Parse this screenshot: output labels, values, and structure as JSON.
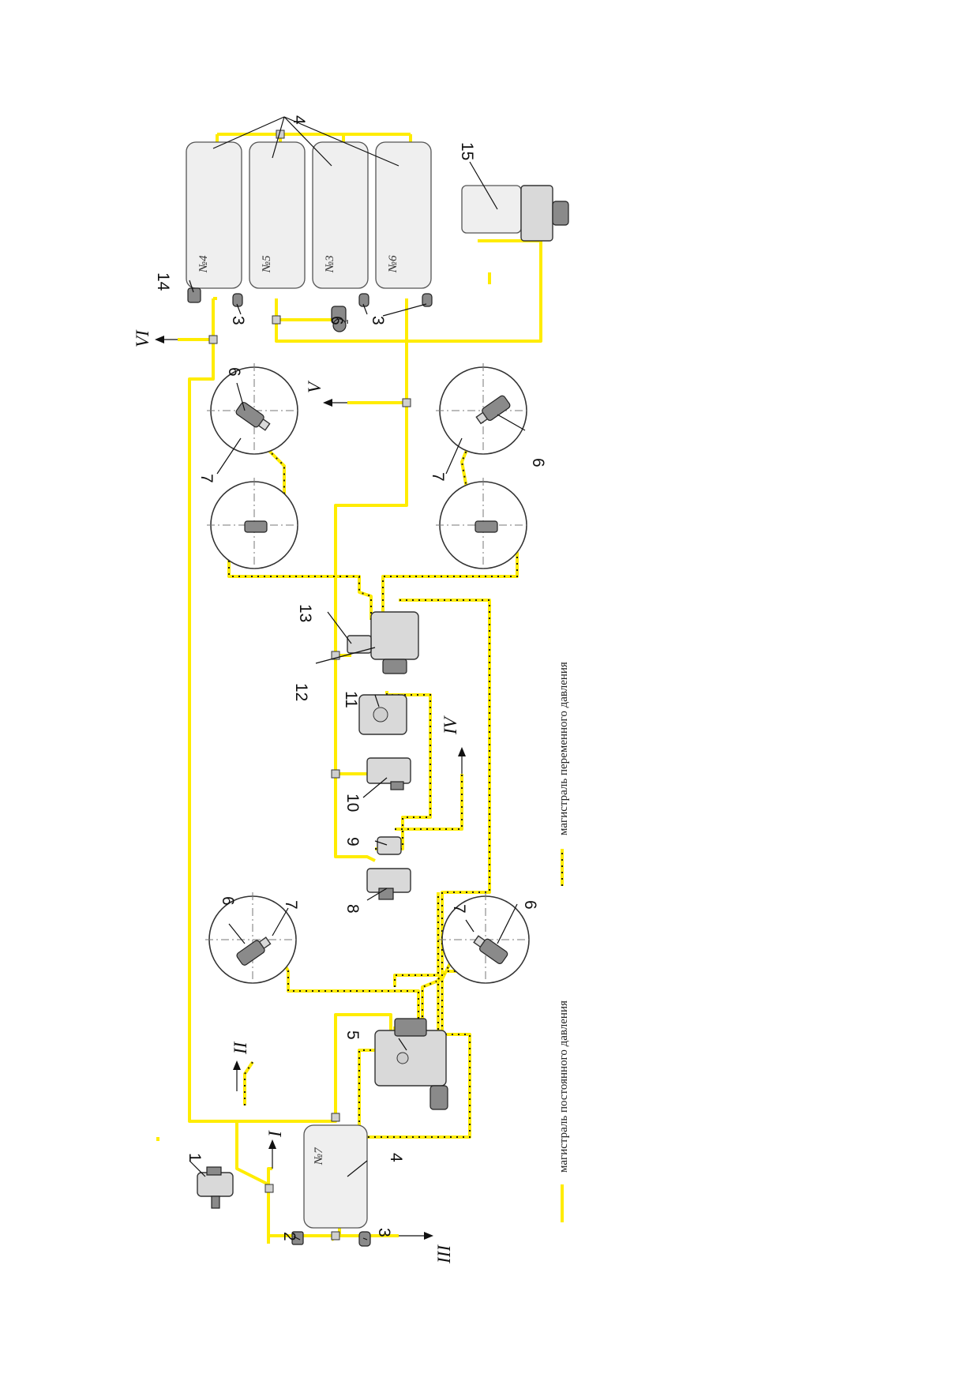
{
  "callouts": {
    "n1": "1",
    "n2": "2",
    "n3a": "3",
    "n3b": "3",
    "n3c": "3",
    "n4a": "4",
    "n4b": "4",
    "n5": "5",
    "n6a": "6",
    "n6b": "6",
    "n6c": "6",
    "n6d": "6",
    "n6e": "6",
    "n7a": "7",
    "n7b": "7",
    "n7c": "7",
    "n7d": "7",
    "n8": "8",
    "n9": "9",
    "n10": "10",
    "n11": "11",
    "n12": "12",
    "n13": "13",
    "n14": "14",
    "n15": "15"
  },
  "outputs": {
    "o1": "I",
    "o2": "II",
    "o3": "III",
    "o4": "IV",
    "o5": "V",
    "o6": "VI"
  },
  "tanks": {
    "t7": "№7",
    "t4": "№4",
    "t5": "№5",
    "t3": "№3",
    "t6": "№6"
  },
  "legend": {
    "constant": "магистраль постоянного давления",
    "variable": "магистраль переменного давления"
  },
  "colors": {
    "pipe": "#ffec00",
    "dots": "#1a1a1a"
  }
}
